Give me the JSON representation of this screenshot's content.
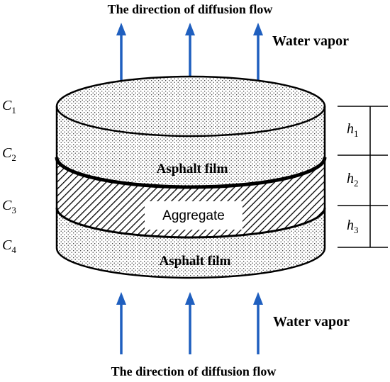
{
  "top_flow_label": "The direction of diffusion flow",
  "bottom_flow_label": "The direction of diffusion flow",
  "top_vapor_label": "Water vapor",
  "bottom_vapor_label": "Water vapor",
  "upper_layer_label": "Asphalt film",
  "middle_layer_label": "Aggregate",
  "lower_layer_label": "Asphalt film",
  "concentrations": [
    {
      "symbol": "C",
      "sub": "1"
    },
    {
      "symbol": "C",
      "sub": "2"
    },
    {
      "symbol": "C",
      "sub": "3"
    },
    {
      "symbol": "C",
      "sub": "4"
    }
  ],
  "thicknesses": [
    {
      "symbol": "h",
      "sub": "1"
    },
    {
      "symbol": "h",
      "sub": "2"
    },
    {
      "symbol": "h",
      "sub": "3"
    }
  ],
  "colors": {
    "arrow": "#1f5fbf",
    "outline": "#000000",
    "background": "#ffffff"
  }
}
